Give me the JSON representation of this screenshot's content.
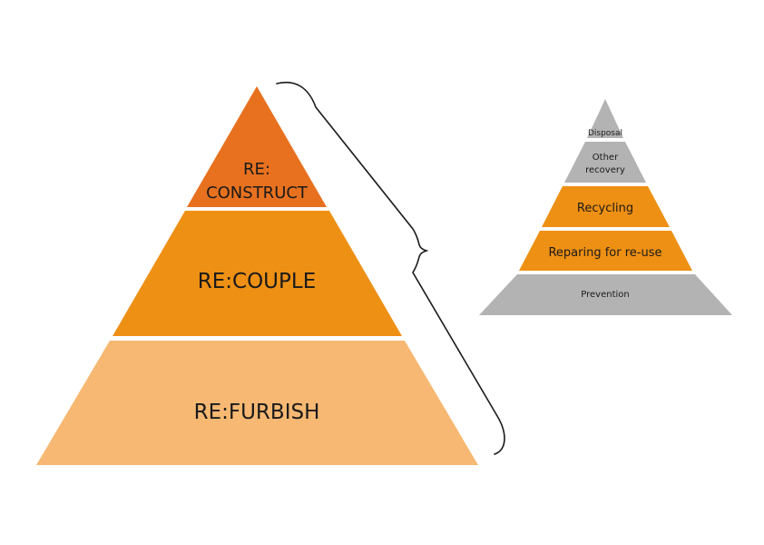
{
  "colors": {
    "dark_orange": "#e8711f",
    "orange": "#ee9014",
    "light_orange": "#f6b872",
    "grey": "#b3b3b3",
    "text_dark": "#1a1a1a",
    "bracket": "#1a1a1a"
  },
  "main_pyramid": {
    "levels": [
      {
        "label_line1": "RE:",
        "label_line2": "CONSTRUCT"
      },
      {
        "label": "RE:COUPLE"
      },
      {
        "label": "RE:FURBISH"
      }
    ]
  },
  "waste_hierarchy": {
    "levels": [
      {
        "label": "Disposal"
      },
      {
        "label_line1": "Other",
        "label_line2": "recovery"
      },
      {
        "label": "Recycling"
      },
      {
        "label": "Reparing for re-use"
      },
      {
        "label": "Prevention"
      }
    ]
  }
}
